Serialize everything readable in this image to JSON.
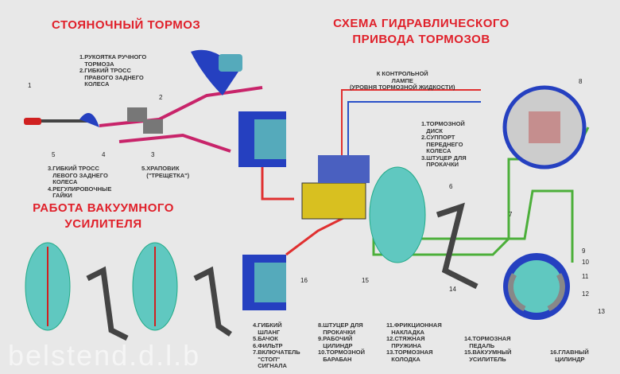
{
  "titles": {
    "parking_brake": "СТОЯНОЧНЫЙ ТОРМОЗ",
    "hydraulic_scheme": "СХЕМА ГИДРАВЛИЧЕСКОГО\nПРИВОДА ТОРМОЗОВ",
    "vacuum_booster": "РАБОТА ВАКУУМНОГО\nУСИЛИТЕЛЯ"
  },
  "parking_legend": {
    "top": "1.РУКОЯТКА РУЧНОГО\n   ТОРМОЗА\n2.ГИБКИЙ ТРОСС\n   ПРАВОГО ЗАДНЕГО\n   КОЛЕСА",
    "bottom_left": "3.ГИБКИЙ ТРОСС\n   ЛЕВОГО ЗАДНЕГО\n   КОЛЕСА\n4.РЕГУЛИРОВОЧНЫЕ\n   ГАЙКИ",
    "bottom_right": "5.ХРАПОВИК\n   (\"ТРЕЩЕТКА\")"
  },
  "lamp_note": "К КОНТРОЛЬНОЙ\nЛАМПЕ\n(УРОВНЯ ТОРМОЗНОЙ ЖИДКОСТИ)",
  "front_legend": "1.ТОРМОЗНОЙ\n   ДИСК\n2.СУППОРТ\n   ПЕРЕДНЕГО\n   КОЛЕСА\n3.ШТУЦЕР ДЛЯ\n   ПРОКАЧКИ",
  "hydraulic_legend": [
    "4.ГИБКИЙ\n   ШЛАНГ\n5.БАЧОК\n6.ФИЛЬТР\n7.ВКЛЮЧАТЕЛЬ\n   \"СТОП\"\n   СИГНАЛА",
    "8.ШТУЦЕР ДЛЯ\n   ПРОКАЧКИ\n9.РАБОЧИЙ\n   ЦИЛИНДР\n10.ТОРМОЗНОЙ\n   БАРАБАН",
    "11.ФРИКЦИОННАЯ\n   НАКЛАДКА\n12.СТЯЖНАЯ\n   ПРУЖИНА\n13.ТОРМОЗНАЯ\n   КОЛОДКА",
    "\n\n14.ТОРМОЗНАЯ\n   ПЕДАЛЬ\n15.ВАКУУМНЫЙ\n   УСИЛИТЕЛЬ",
    "\n\n\n\n16.ГЛАВНЫЙ\n   ЦИЛИНДР"
  ],
  "callouts": [
    "1",
    "2",
    "3",
    "4",
    "5",
    "6",
    "7",
    "8",
    "9",
    "10",
    "11",
    "12",
    "13",
    "14",
    "15",
    "16"
  ],
  "watermark": "belstend.d.l.b",
  "colors": {
    "title": "#e0202a",
    "pipe_red": "#e03030",
    "pipe_green": "#4caf3a",
    "pipe_blue": "#2a50c8",
    "cable": "#c8246a"
  }
}
